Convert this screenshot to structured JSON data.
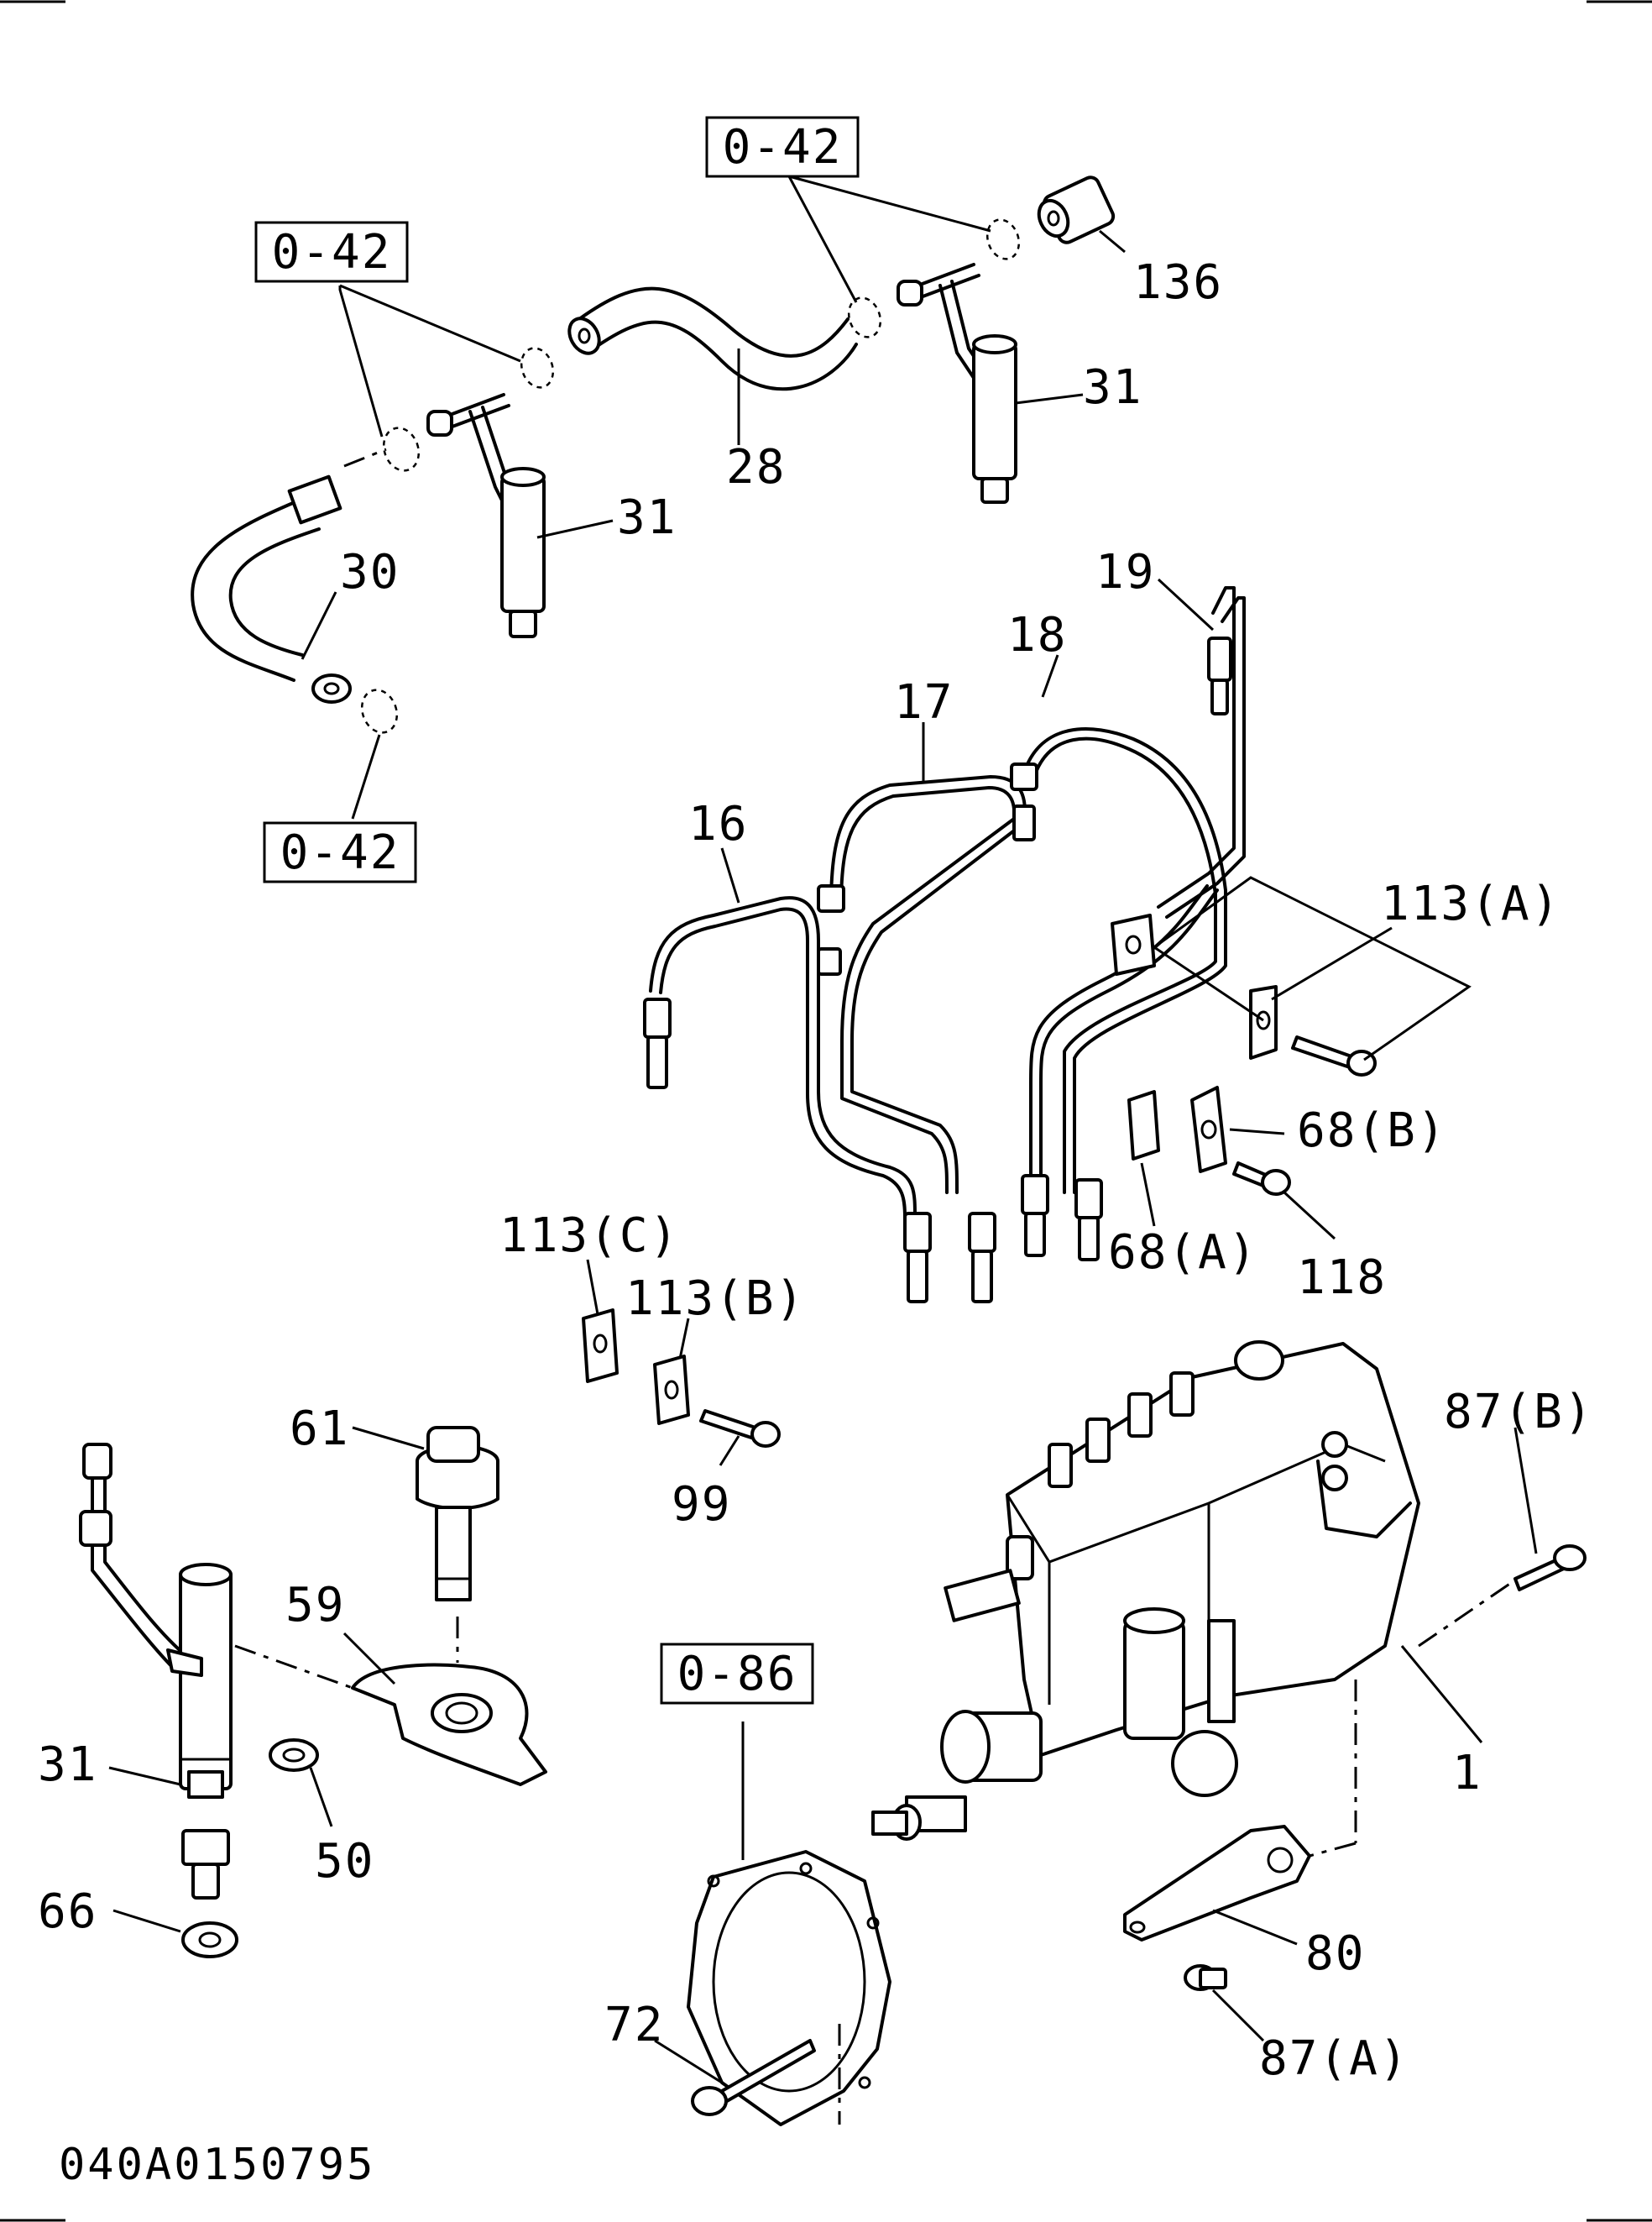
{
  "drawing_code": "040A0150795",
  "ref_boxes": [
    {
      "id": "ref-box-1",
      "text": "0-42"
    },
    {
      "id": "ref-box-2",
      "text": "0-42"
    },
    {
      "id": "ref-box-3",
      "text": "0-42"
    },
    {
      "id": "ref-box-4",
      "text": "0-86"
    }
  ],
  "part_labels": {
    "p136": "136",
    "p31a": "31",
    "p28": "28",
    "p31b": "31",
    "p30": "30",
    "p19": "19",
    "p18": "18",
    "p17": "17",
    "p16": "16",
    "p113a": "113(A)",
    "p68b": "68(B)",
    "p68a": "68(A)",
    "p118": "118",
    "p113c": "113(C)",
    "p113b": "113(B)",
    "p61": "61",
    "p99": "99",
    "p87b": "87(B)",
    "p59": "59",
    "p1": "1",
    "p31c": "31",
    "p50": "50",
    "p66": "66",
    "p80": "80",
    "p72": "72",
    "p87a": "87(A)"
  }
}
